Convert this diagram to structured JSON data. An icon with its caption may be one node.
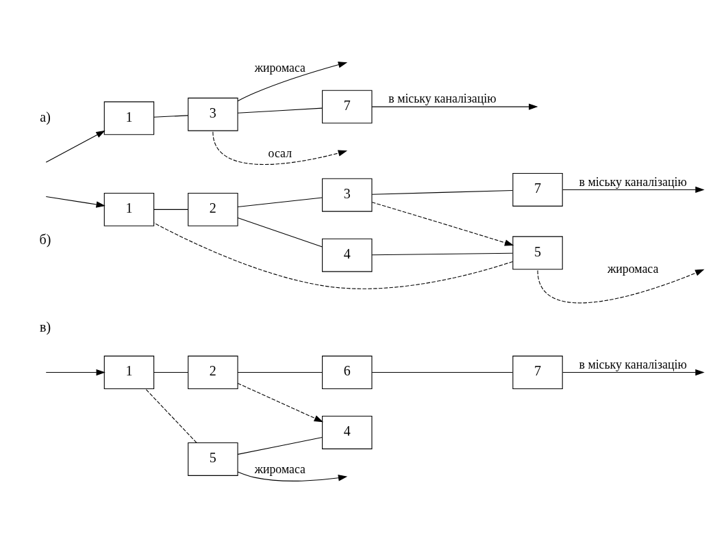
{
  "diagram": {
    "nodes": [
      {
        "text": [
          "1"
        ]
      },
      {
        "text": [
          "3"
        ]
      },
      {
        "text": [
          "7"
        ]
      },
      {
        "text": [
          "1"
        ]
      },
      {
        "text": [
          "2"
        ]
      },
      {
        "text": [
          "3"
        ]
      },
      {
        "text": [
          "7"
        ]
      },
      {
        "text": [
          "4"
        ]
      },
      {
        "text": [
          "5"
        ]
      },
      {
        "text": [
          "1"
        ]
      },
      {
        "text": [
          "2"
        ]
      },
      {
        "text": [
          "6"
        ]
      },
      {
        "text": [
          "7"
        ]
      },
      {
        "text": [
          "4"
        ]
      },
      {
        "text": [
          "5"
        ]
      }
    ],
    "edges": [
      {
        "from": null,
        "to": 0,
        "arrow": "to"
      },
      {
        "from": 0,
        "to": 1,
        "arrow": "none"
      },
      {
        "from": 1,
        "to": 2,
        "arrow": "none"
      },
      {
        "from": 2,
        "to": null,
        "arrow": "to",
        "label": "в міську каналізацію"
      },
      {
        "from": 1,
        "to": null,
        "arrow": "to",
        "label": "осал",
        "style": "dashed"
      },
      {
        "from": 1,
        "to": null,
        "arrow": "to",
        "label": "жиромаса"
      },
      {
        "from": null,
        "to": 3,
        "arrow": "to"
      },
      {
        "from": 3,
        "to": 4,
        "arrow": "none"
      },
      {
        "from": 4,
        "to": 5,
        "arrow": "none"
      },
      {
        "from": 5,
        "to": 6,
        "arrow": "none"
      },
      {
        "from": 6,
        "to": null,
        "arrow": "to",
        "label": "в міську каналізацію"
      },
      {
        "from": 4,
        "to": 7,
        "arrow": "none"
      },
      {
        "from": 7,
        "to": 8,
        "arrow": "none"
      },
      {
        "from": 5,
        "to": 8,
        "arrow": "to",
        "style": "dashed"
      },
      {
        "from": 8,
        "to": null,
        "arrow": "to",
        "label": "жиромаса",
        "style": "dashed"
      },
      {
        "from": 8,
        "to": 3,
        "arrow": "none",
        "style": "dashed"
      },
      {
        "from": null,
        "to": 9,
        "arrow": "to"
      },
      {
        "from": 9,
        "to": 10,
        "arrow": "none"
      },
      {
        "from": 10,
        "to": 11,
        "arrow": "none"
      },
      {
        "from": 11,
        "to": 12,
        "arrow": "none"
      },
      {
        "from": 12,
        "to": null,
        "arrow": "to",
        "label": "в міську каналізацію"
      },
      {
        "from": 10,
        "to": 13,
        "arrow": "to",
        "style": "dashed"
      },
      {
        "from": 14,
        "to": 13,
        "arrow": "none"
      },
      {
        "from": 14,
        "to": 9,
        "arrow": "none",
        "style": "dashed"
      },
      {
        "from": 14,
        "to": null,
        "arrow": "to",
        "label": "жиромаса"
      }
    ],
    "labels": [
      "а)",
      "б)",
      "в)"
    ]
  }
}
